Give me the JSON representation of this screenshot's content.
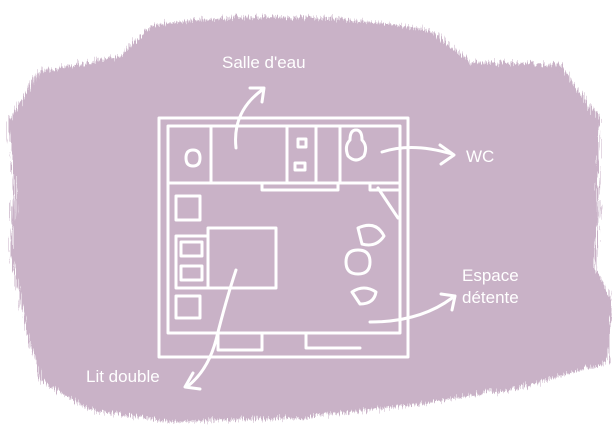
{
  "colors": {
    "background": "#ffffff",
    "brush": "#c9b2c7",
    "ink": "#ffffff"
  },
  "labels": {
    "salle_deau": "Salle d'eau",
    "wc": "WC",
    "espace_line1": "Espace",
    "espace_line2": "détente",
    "lit_double": "Lit double"
  }
}
